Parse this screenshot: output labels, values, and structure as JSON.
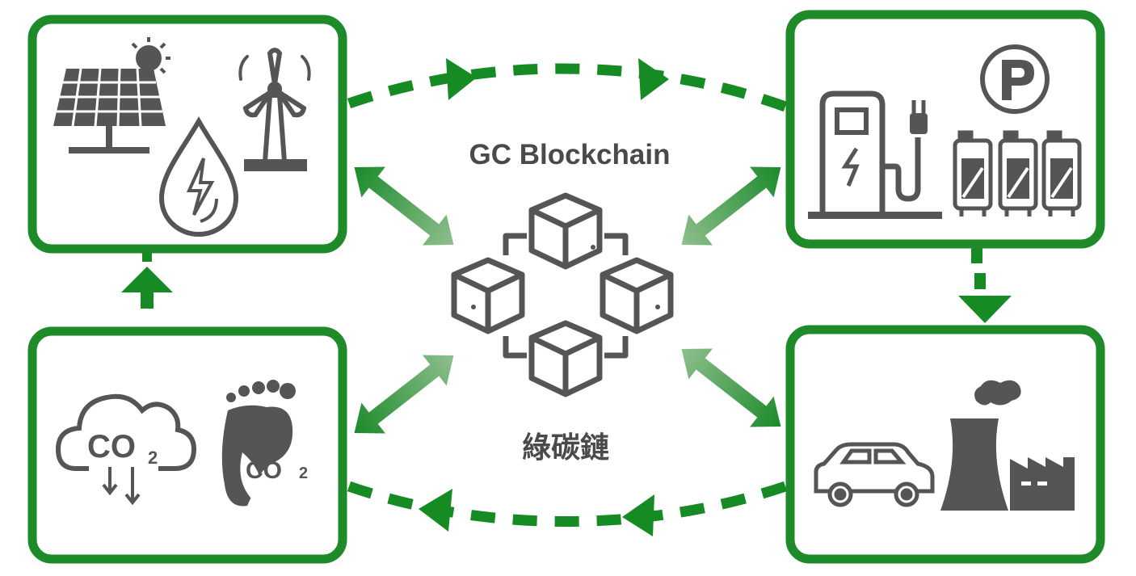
{
  "center": {
    "title_en": "GC Blockchain",
    "title_zh": "綠碳鏈",
    "icon": "blockchain-cubes-icon"
  },
  "nodes": [
    {
      "id": "renewable-energy",
      "icons": [
        "solar-panel-icon",
        "sun-icon",
        "wind-turbine-icon",
        "hydro-power-drop-icon"
      ]
    },
    {
      "id": "ev-charging-storage",
      "icons": [
        "ev-charging-station-icon",
        "parking-icon",
        "battery-icon",
        "battery-icon",
        "battery-icon"
      ]
    },
    {
      "id": "emission-sources",
      "icons": [
        "car-icon",
        "power-plant-cooling-tower-icon",
        "factory-icon"
      ],
      "labels": []
    },
    {
      "id": "carbon-reduction",
      "icons": [
        "co2-cloud-icon",
        "carbon-footprint-icon"
      ],
      "labels": [
        "CO",
        "2",
        "CO",
        "2"
      ]
    }
  ],
  "colors": {
    "box_border": "#1e8a2a",
    "arrow_dark": "#168a23",
    "arrow_light": "#7fb27f",
    "icon": "#555555",
    "text": "#4a4a4a"
  }
}
